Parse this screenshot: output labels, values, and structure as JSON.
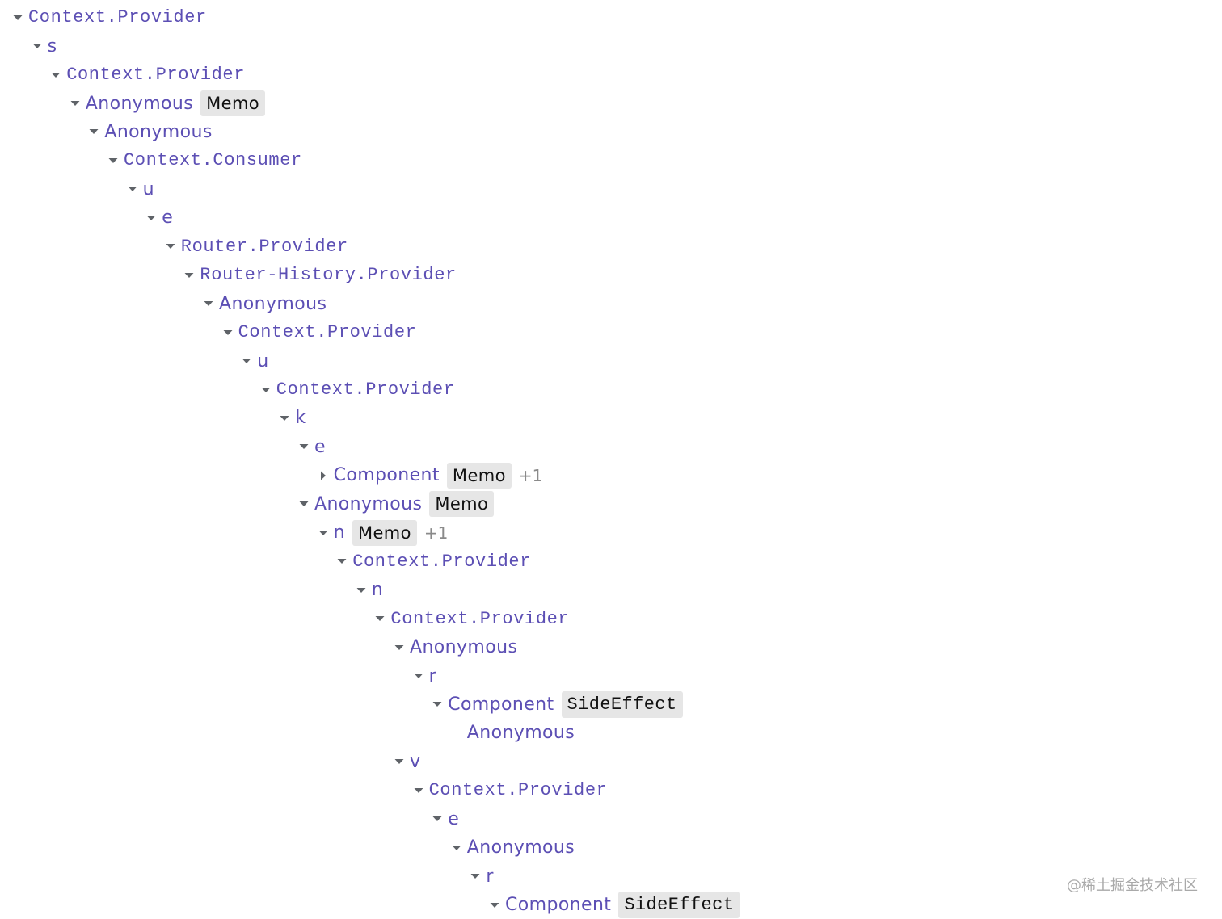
{
  "tree": [
    {
      "name": "Context.Provider",
      "depth": 0,
      "expanded": true,
      "badges": []
    },
    {
      "name": "s",
      "depth": 1,
      "expanded": true,
      "badges": []
    },
    {
      "name": "Context.Provider",
      "depth": 2,
      "expanded": true,
      "badges": []
    },
    {
      "name": "Anonymous",
      "depth": 3,
      "expanded": true,
      "badges": [
        "Memo"
      ]
    },
    {
      "name": "Anonymous",
      "depth": 4,
      "expanded": true,
      "badges": []
    },
    {
      "name": "Context.Consumer",
      "depth": 5,
      "expanded": true,
      "badges": []
    },
    {
      "name": "u",
      "depth": 6,
      "expanded": true,
      "badges": []
    },
    {
      "name": "e",
      "depth": 7,
      "expanded": true,
      "badges": []
    },
    {
      "name": "Router.Provider",
      "depth": 8,
      "expanded": true,
      "badges": []
    },
    {
      "name": "Router-History.Provider",
      "depth": 9,
      "expanded": true,
      "badges": []
    },
    {
      "name": "Anonymous",
      "depth": 10,
      "expanded": true,
      "badges": []
    },
    {
      "name": "Context.Provider",
      "depth": 11,
      "expanded": true,
      "badges": []
    },
    {
      "name": "u",
      "depth": 12,
      "expanded": true,
      "badges": []
    },
    {
      "name": "Context.Provider",
      "depth": 13,
      "expanded": true,
      "badges": []
    },
    {
      "name": "k",
      "depth": 14,
      "expanded": true,
      "badges": []
    },
    {
      "name": "e",
      "depth": 15,
      "expanded": true,
      "badges": []
    },
    {
      "name": "Component",
      "depth": 16,
      "expanded": false,
      "badges": [
        "Memo"
      ],
      "extra": "+1"
    },
    {
      "name": "Anonymous",
      "depth": 15,
      "expanded": true,
      "badges": [
        "Memo"
      ]
    },
    {
      "name": "n",
      "depth": 16,
      "expanded": true,
      "badges": [
        "Memo"
      ],
      "extra": "+1"
    },
    {
      "name": "Context.Provider",
      "depth": 17,
      "expanded": true,
      "badges": []
    },
    {
      "name": "n",
      "depth": 18,
      "expanded": true,
      "badges": []
    },
    {
      "name": "Context.Provider",
      "depth": 19,
      "expanded": true,
      "badges": []
    },
    {
      "name": "Anonymous",
      "depth": 20,
      "expanded": true,
      "badges": []
    },
    {
      "name": "r",
      "depth": 21,
      "expanded": true,
      "badges": []
    },
    {
      "name": "Component",
      "depth": 22,
      "expanded": true,
      "badges": [
        "SideEffect"
      ]
    },
    {
      "name": "Anonymous",
      "depth": 23,
      "leaf": true,
      "badges": []
    },
    {
      "name": "v",
      "depth": 20,
      "expanded": true,
      "badges": []
    },
    {
      "name": "Context.Provider",
      "depth": 21,
      "expanded": true,
      "badges": []
    },
    {
      "name": "e",
      "depth": 22,
      "expanded": true,
      "badges": []
    },
    {
      "name": "Anonymous",
      "depth": 23,
      "expanded": true,
      "badges": []
    },
    {
      "name": "r",
      "depth": 24,
      "expanded": true,
      "badges": []
    },
    {
      "name": "Component",
      "depth": 25,
      "expanded": true,
      "badges": [
        "SideEffect"
      ]
    }
  ],
  "watermark": "@稀土掘金技术社区",
  "colors": {
    "node": "#5c4fb4",
    "badge_bg": "#e6e6e6",
    "arrow": "#5f6368"
  },
  "icons": {
    "expanded": "caret-down-icon",
    "collapsed": "caret-right-icon"
  }
}
